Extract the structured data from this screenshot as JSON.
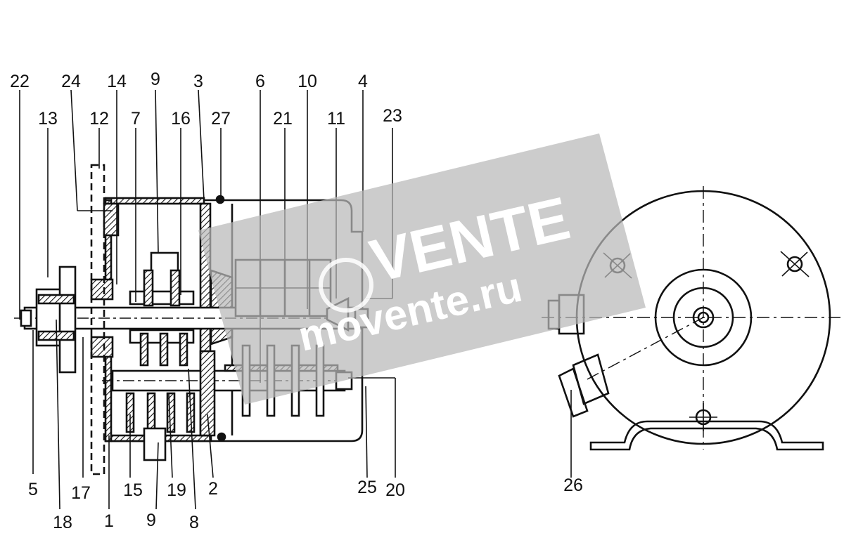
{
  "callouts": {
    "top": [
      {
        "id": "c22",
        "text": "22"
      },
      {
        "id": "c24",
        "text": "24"
      },
      {
        "id": "c14",
        "text": "14"
      },
      {
        "id": "c9a",
        "text": "9"
      },
      {
        "id": "c3",
        "text": "3"
      },
      {
        "id": "c6",
        "text": "6"
      },
      {
        "id": "c10",
        "text": "10"
      },
      {
        "id": "c4",
        "text": "4"
      },
      {
        "id": "c13",
        "text": "13"
      },
      {
        "id": "c12",
        "text": "12"
      },
      {
        "id": "c7",
        "text": "7"
      },
      {
        "id": "c16",
        "text": "16"
      },
      {
        "id": "c27",
        "text": "27"
      },
      {
        "id": "c21",
        "text": "21"
      },
      {
        "id": "c11",
        "text": "11"
      },
      {
        "id": "c23",
        "text": "23"
      }
    ],
    "bottom": [
      {
        "id": "c5",
        "text": "5"
      },
      {
        "id": "c17",
        "text": "17"
      },
      {
        "id": "c15",
        "text": "15"
      },
      {
        "id": "c19",
        "text": "19"
      },
      {
        "id": "c2",
        "text": "2"
      },
      {
        "id": "c25",
        "text": "25"
      },
      {
        "id": "c20",
        "text": "20"
      },
      {
        "id": "c18",
        "text": "18"
      },
      {
        "id": "c1",
        "text": "1"
      },
      {
        "id": "c9b",
        "text": "9"
      },
      {
        "id": "c8",
        "text": "8"
      },
      {
        "id": "c26",
        "text": "26"
      }
    ]
  },
  "watermark": {
    "brand": "VENTE",
    "site": "movente.ru"
  },
  "colors": {
    "ink": "#111111",
    "watermark_band": "#b9b9b9",
    "watermark_text": "#ffffff"
  }
}
